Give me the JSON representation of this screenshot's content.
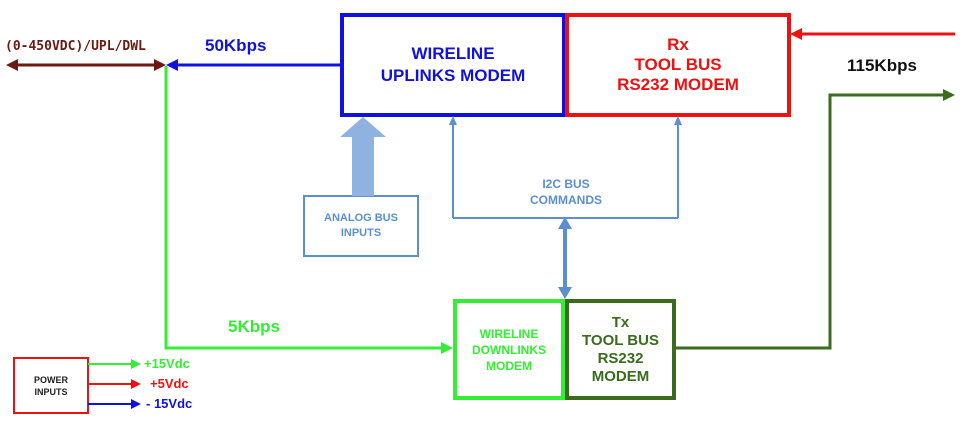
{
  "colors": {
    "blue": "#1111dd",
    "red": "#ee1111",
    "green": "#33ee33",
    "dark_green": "#3a6b1e",
    "light_blue": "#5b8fd0",
    "light_blue_fill": "#8fb2e0",
    "brown": "#6b1a12"
  },
  "blocks": {
    "uplinks_modem": {
      "lines": [
        "WIRELINE",
        "UPLINKS MODEM"
      ]
    },
    "rx_modem": {
      "lines": [
        "Rx",
        "TOOL BUS",
        "RS232 MODEM"
      ]
    },
    "analog_inputs": {
      "lines": [
        "ANALOG BUS",
        "INPUTS"
      ]
    },
    "downlinks_modem": {
      "lines": [
        "WIRELINE",
        "DOWNLINKS",
        "MODEM"
      ]
    },
    "tx_modem": {
      "lines": [
        "Tx",
        "TOOL BUS",
        "RS232",
        "MODEM"
      ]
    },
    "power_inputs": {
      "lines": [
        "POWER",
        "INPUTS"
      ]
    }
  },
  "labels": {
    "upl_dwl": "(0-450VDC)/UPL/DWL",
    "rate_50k": "50Kbps",
    "rate_115k": "115Kbps",
    "rate_5k": "5Kbps",
    "i2c_line1": "I2C BUS",
    "i2c_line2": "COMMANDS",
    "v_p15": "+15Vdc",
    "v_p5": "+5Vdc",
    "v_m15": "- 15Vdc"
  }
}
